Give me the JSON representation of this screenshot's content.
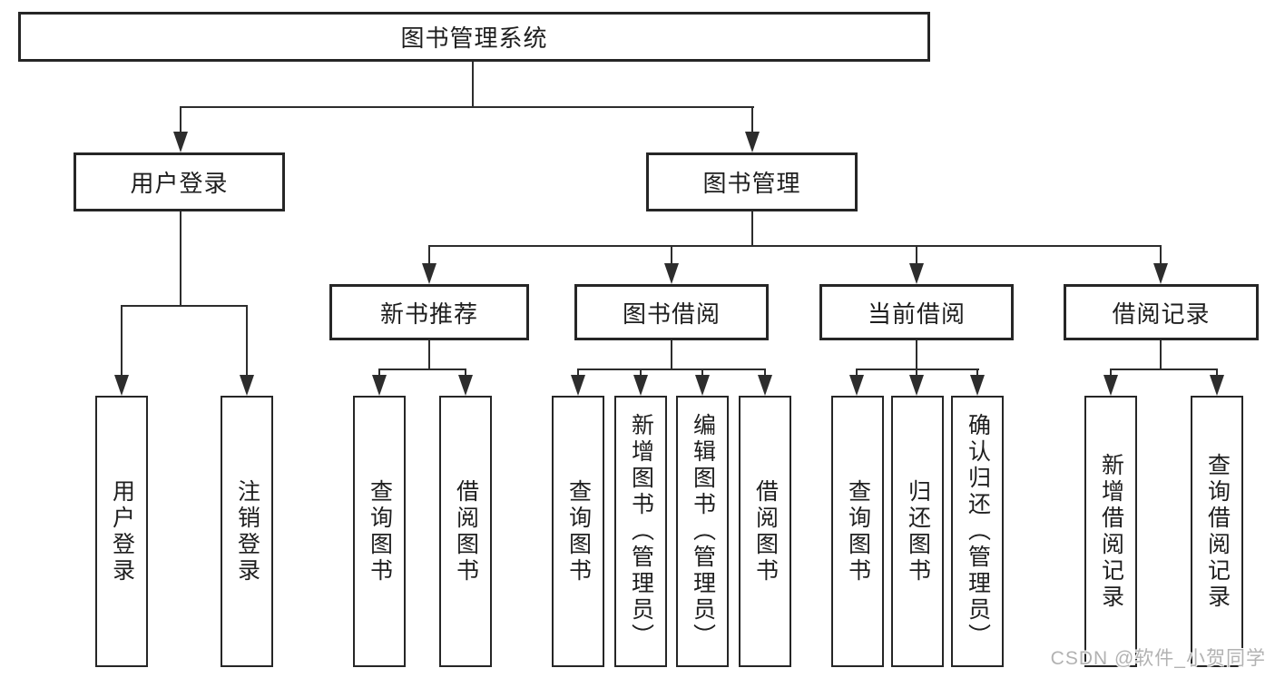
{
  "root": {
    "label": "图书管理系统"
  },
  "branches": [
    {
      "label": "用户登录",
      "leaves": [
        {
          "label": "用户登录"
        },
        {
          "label": "注销登录"
        }
      ]
    },
    {
      "label": "图书管理",
      "groups": [
        {
          "label": "新书推荐",
          "leaves": [
            {
              "label": "查询图书"
            },
            {
              "label": "借阅图书"
            }
          ]
        },
        {
          "label": "图书借阅",
          "leaves": [
            {
              "label": "查询图书"
            },
            {
              "label": "新增图书（管理员）"
            },
            {
              "label": "编辑图书（管理员）"
            },
            {
              "label": "借阅图书"
            }
          ]
        },
        {
          "label": "当前借阅",
          "leaves": [
            {
              "label": "查询图书"
            },
            {
              "label": "归还图书"
            },
            {
              "label": "确认归还（管理员）"
            }
          ]
        },
        {
          "label": "借阅记录",
          "leaves": [
            {
              "label": "新增借阅记录"
            },
            {
              "label": "查询借阅记录"
            }
          ]
        }
      ]
    }
  ],
  "watermark": {
    "text": "CSDN @软件_小贺同学"
  },
  "colors": {
    "line": "#2d2d2d",
    "border": "#262626",
    "text": "#1e1e1e",
    "watermark": "#b2b2b2",
    "background": "#ffffff"
  }
}
